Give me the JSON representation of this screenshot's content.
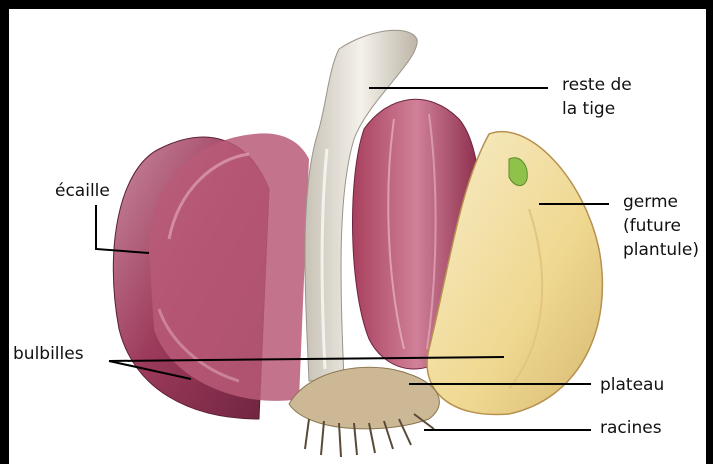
{
  "labels": {
    "reste_tige": "reste de\nla tige",
    "ecaille": "écaille",
    "germe": "germe\n(future\nplantule)",
    "bulbilles": "bulbilles",
    "plateau": "plateau",
    "racines": "racines"
  },
  "colors": {
    "frame": "#000000",
    "background": "#ffffff",
    "leader_line": "#000000",
    "skin_purple": "#9c3a5a",
    "clove_flesh": "#f2e0a8",
    "germ_green": "#8fc24a",
    "stem_white": "#e8e4dc",
    "basal_plate": "#cdb896",
    "roots": "#5a4a38"
  }
}
